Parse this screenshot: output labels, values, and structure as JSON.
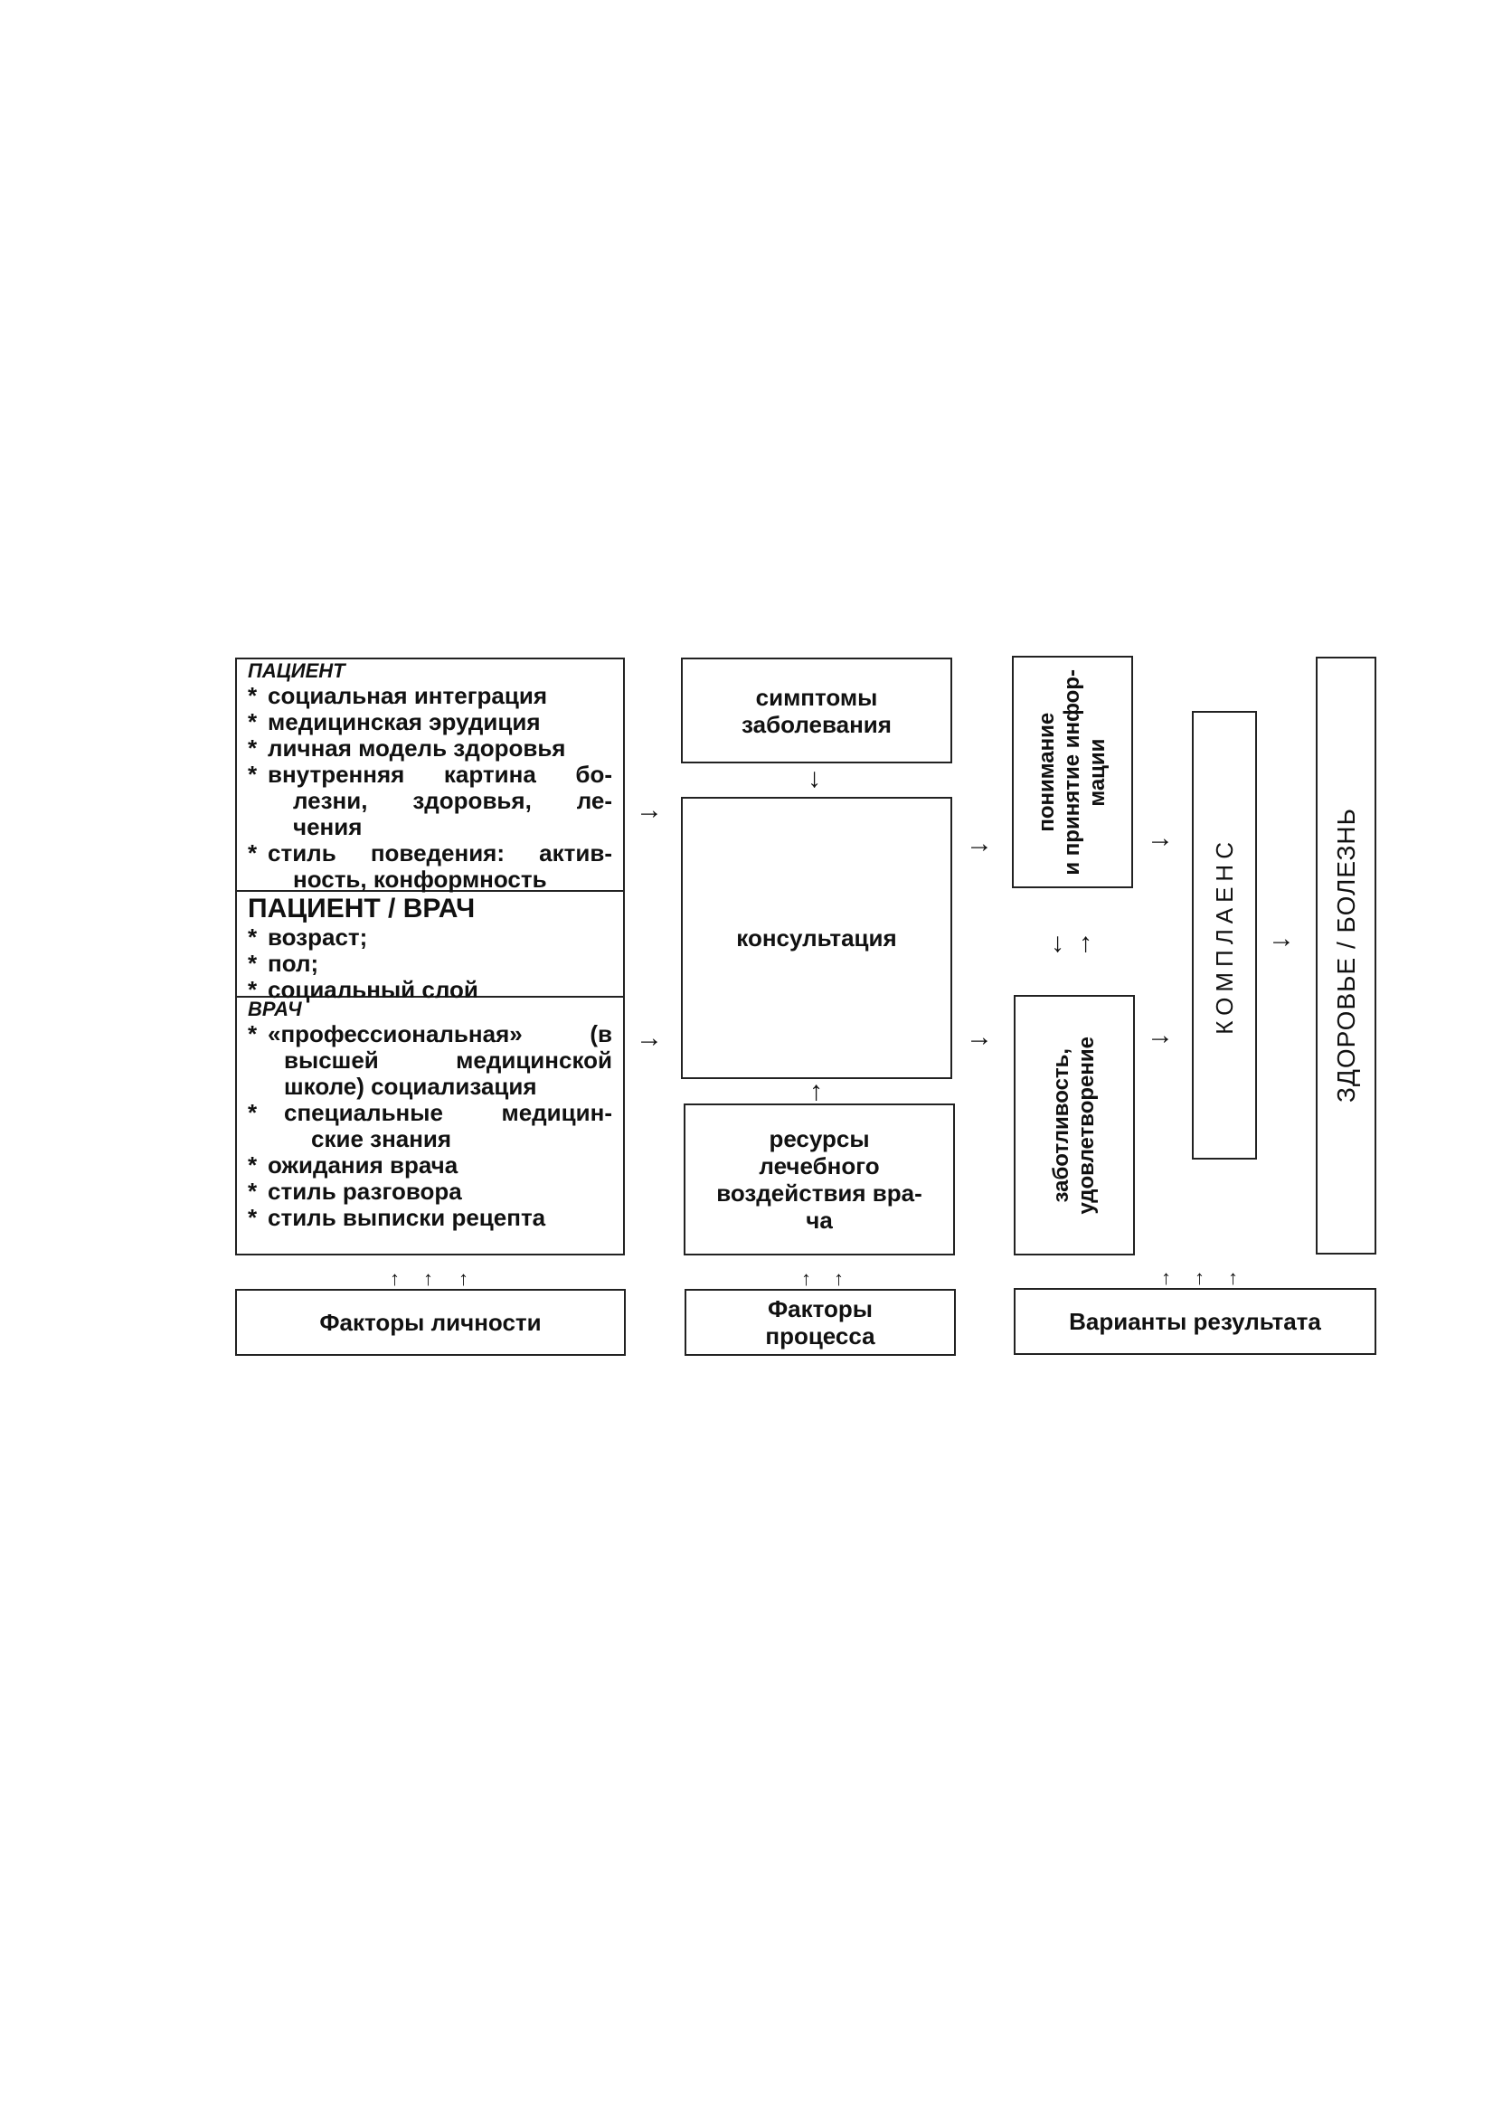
{
  "patient": {
    "title": "ПАЦИЕНТ",
    "items": [
      "социальная интеграция",
      "медицинская эрудиция",
      "личная модель здоровья"
    ],
    "item4_line1": "внутренняя картина бо-",
    "item4_line2": "лезни, здоровья, ле-",
    "item4_line3": "чения",
    "item5_line1": "стиль поведения: актив-",
    "item5_line2": "ность, конформность"
  },
  "patient_doctor": {
    "title": "ПАЦИЕНТ / ВРАЧ",
    "items": [
      "возраст;",
      "пол;",
      "социальный слой"
    ]
  },
  "doctor": {
    "title": "ВРАЧ",
    "item1_line1": "«профессиональная» (в",
    "item1_line2": "высшей медицинской",
    "item1_line3": "школе) социализация",
    "item2_line1": "специальные медицин-",
    "item2_line2": "ские знания",
    "items": [
      "ожидания врача",
      "стиль разговора",
      "стиль выписки рецепта"
    ]
  },
  "bullet": "*",
  "middle": {
    "symptoms": "симптомы заболевания",
    "consultation": "консультация",
    "resources_l1": "ресурсы",
    "resources_l2": "лечебного",
    "resources_l3": "воздействия вра-",
    "resources_l4": "ча"
  },
  "right": {
    "understanding_l1": "понимание",
    "understanding_l2": "и принятие инфор-",
    "understanding_l3": "мации",
    "care_l1": "заботливость,",
    "care_l2": "удовлетворение",
    "compliance": "КОМПЛАЕНС",
    "health": "ЗДОРОВЬЕ / БОЛЕЗНЬ"
  },
  "bottom": {
    "personal": "Факторы личности",
    "process_l1": "Факторы",
    "process_l2": "процесса",
    "results": "Варианты результата"
  },
  "arrows": {
    "right": "→",
    "down": "↓",
    "up": "↑"
  }
}
